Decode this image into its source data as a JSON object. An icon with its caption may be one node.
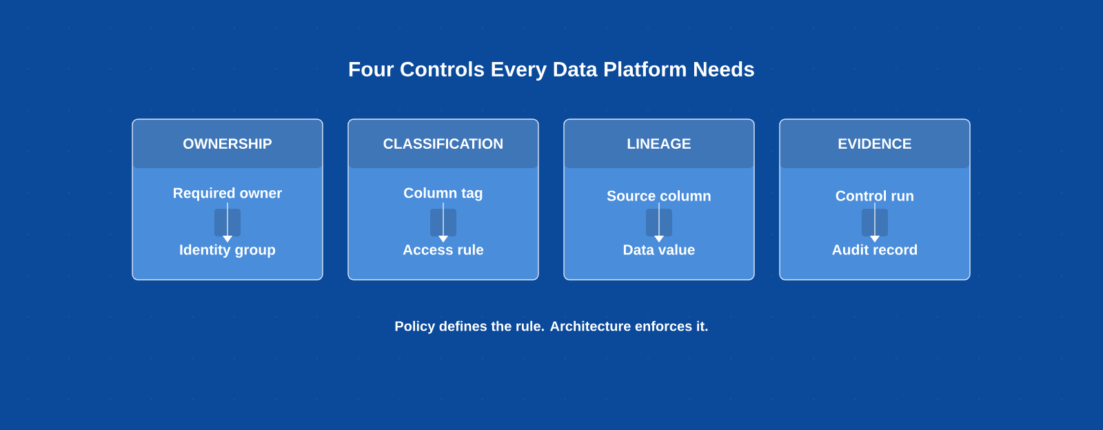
{
  "diagram": {
    "title": "Four Controls Every Data Platform Needs",
    "nodes": [
      {
        "text": [
          "OWNERSHIP"
        ]
      },
      {
        "text": [
          "Required owner"
        ],
        "in": 0
      },
      {
        "text": [
          "Identity group"
        ],
        "in": 0
      },
      {
        "text": [
          "CLASSIFICATION"
        ]
      },
      {
        "text": [
          "Column tag"
        ],
        "in": 3
      },
      {
        "text": [
          "Access rule"
        ],
        "in": 3
      },
      {
        "text": [
          "LINEAGE"
        ]
      },
      {
        "text": [
          "Source column"
        ],
        "in": 6
      },
      {
        "text": [
          "Data value"
        ],
        "in": 6
      },
      {
        "text": [
          "EVIDENCE"
        ]
      },
      {
        "text": [
          "Control run"
        ],
        "in": 9
      },
      {
        "text": [
          "Audit record"
        ],
        "in": 9
      }
    ],
    "edges": [
      {
        "from": 1,
        "to": 2,
        "arrow": "to"
      },
      {
        "from": 4,
        "to": 5,
        "arrow": "to"
      },
      {
        "from": 7,
        "to": 8,
        "arrow": "to"
      },
      {
        "from": 10,
        "to": 11,
        "arrow": "to"
      }
    ],
    "caption": "Policy defines the rule. Architecture enforces it."
  }
}
